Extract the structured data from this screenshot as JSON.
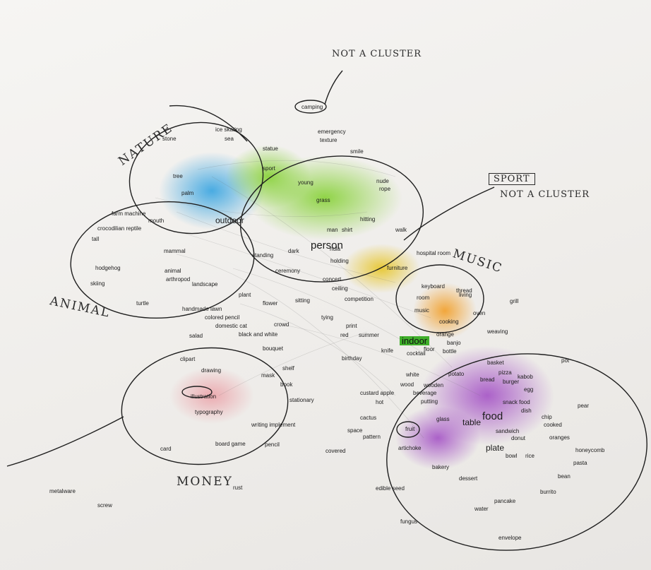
{
  "handwriting": {
    "not_a_cluster_1": "NOT A CLUSTER",
    "nature": "NATURE",
    "sport": "SPORT",
    "not_a_cluster_2": "NOT A CLUSTER",
    "music": "MUSIC",
    "animal": "ANIMAL",
    "money": "MONEY"
  },
  "words": {
    "outdoor": "outdoor",
    "person": "person",
    "indoor": "indoor",
    "food": "food",
    "table": "table",
    "plate": "plate",
    "walk": "walk",
    "living": "living",
    "keyboard": "keyboard",
    "grill": "grill",
    "weaving": "weaving",
    "pot": "pot",
    "pear": "pear",
    "hodgehog": "hodgehog",
    "skiing": "skiing",
    "tall": "tall",
    "turtle": "turtle",
    "farm_machine": "farm machine",
    "crocodilian": "crocodilian reptile",
    "mouth": "mouth",
    "plant": "plant",
    "landscape": "landscape",
    "handmade_lawn": "handmade lawn",
    "colored": "colored pencil",
    "domestic_cat": "domestic cat",
    "black_and_white": "black and white",
    "salad": "salad",
    "ceremony": "ceremony",
    "holding": "holding",
    "hula": "hula",
    "furniture": "furniture",
    "hospital_room": "hospital room",
    "ceiling": "ceiling",
    "competition": "competition",
    "concert": "concert",
    "room": "room",
    "music": "music",
    "thread": "thread",
    "oven": "oven",
    "cooking": "cooking",
    "banjo": "banjo",
    "bottle": "bottle",
    "basket": "basket",
    "kabob": "kabob",
    "burger": "burger",
    "egg": "egg",
    "snack_food": "snack food",
    "dish": "dish",
    "chip": "chip",
    "cooked": "cooked",
    "oranges": "oranges",
    "honeycomb": "honeycomb",
    "pasta": "pasta",
    "bean": "bean",
    "burrito": "burrito",
    "pancake": "pancake",
    "water": "water",
    "envelope": "envelope",
    "dessert": "dessert",
    "bakery": "bakery",
    "artichoke": "artichoke",
    "fruit": "fruit",
    "glass": "glass",
    "sandwich": "sandwich",
    "donut": "donut",
    "rice": "rice",
    "bowl": "bowl",
    "putting": "putting",
    "beverage": "beverage",
    "wooden": "wooden",
    "potato": "potato",
    "white": "white",
    "wood": "wood",
    "cocktail": "cocktail",
    "birthday": "birthday",
    "drawing": "drawing",
    "clipart": "clipart",
    "illustration": "illustration",
    "typography": "typography",
    "mask": "mask",
    "book": "book",
    "shelf": "shelf",
    "stationary": "stationary",
    "writing_implement": "writing implement",
    "board_game": "board game",
    "pencil": "pencil",
    "card": "card",
    "space": "space",
    "pattern": "pattern",
    "covered": "covered",
    "cactus": "cactus",
    "hot": "hot",
    "custard_apple": "custard apple",
    "metalware": "metalware",
    "screw": "screw",
    "rust": "rust",
    "edible_seed": "edible seed",
    "fungus": "fungus",
    "emergency": "emergency",
    "texture": "texture",
    "smile": "smile",
    "sport": "sport",
    "young": "young",
    "nude": "nude",
    "rope": "rope",
    "hitting": "hitting",
    "shirt": "shirt",
    "man": "man",
    "tree": "tree",
    "palm": "palm",
    "statue": "statue",
    "sea": "sea",
    "stone": "stone",
    "ice_skating": "ice skating",
    "mammal": "mammal",
    "animal": "animal",
    "arthropod": "arthropod",
    "standing": "standing",
    "dark": "dark",
    "red": "red",
    "summer": "summer",
    "print": "print",
    "bouquet": "bouquet",
    "flower": "flower",
    "crowd": "crowd",
    "sitting": "sitting",
    "tying": "tying",
    "knife": "knife",
    "orange": "orange",
    "floor": "floor",
    "bread": "bread",
    "pizza": "pizza",
    "grass": "grass",
    "camping": "camping"
  }
}
